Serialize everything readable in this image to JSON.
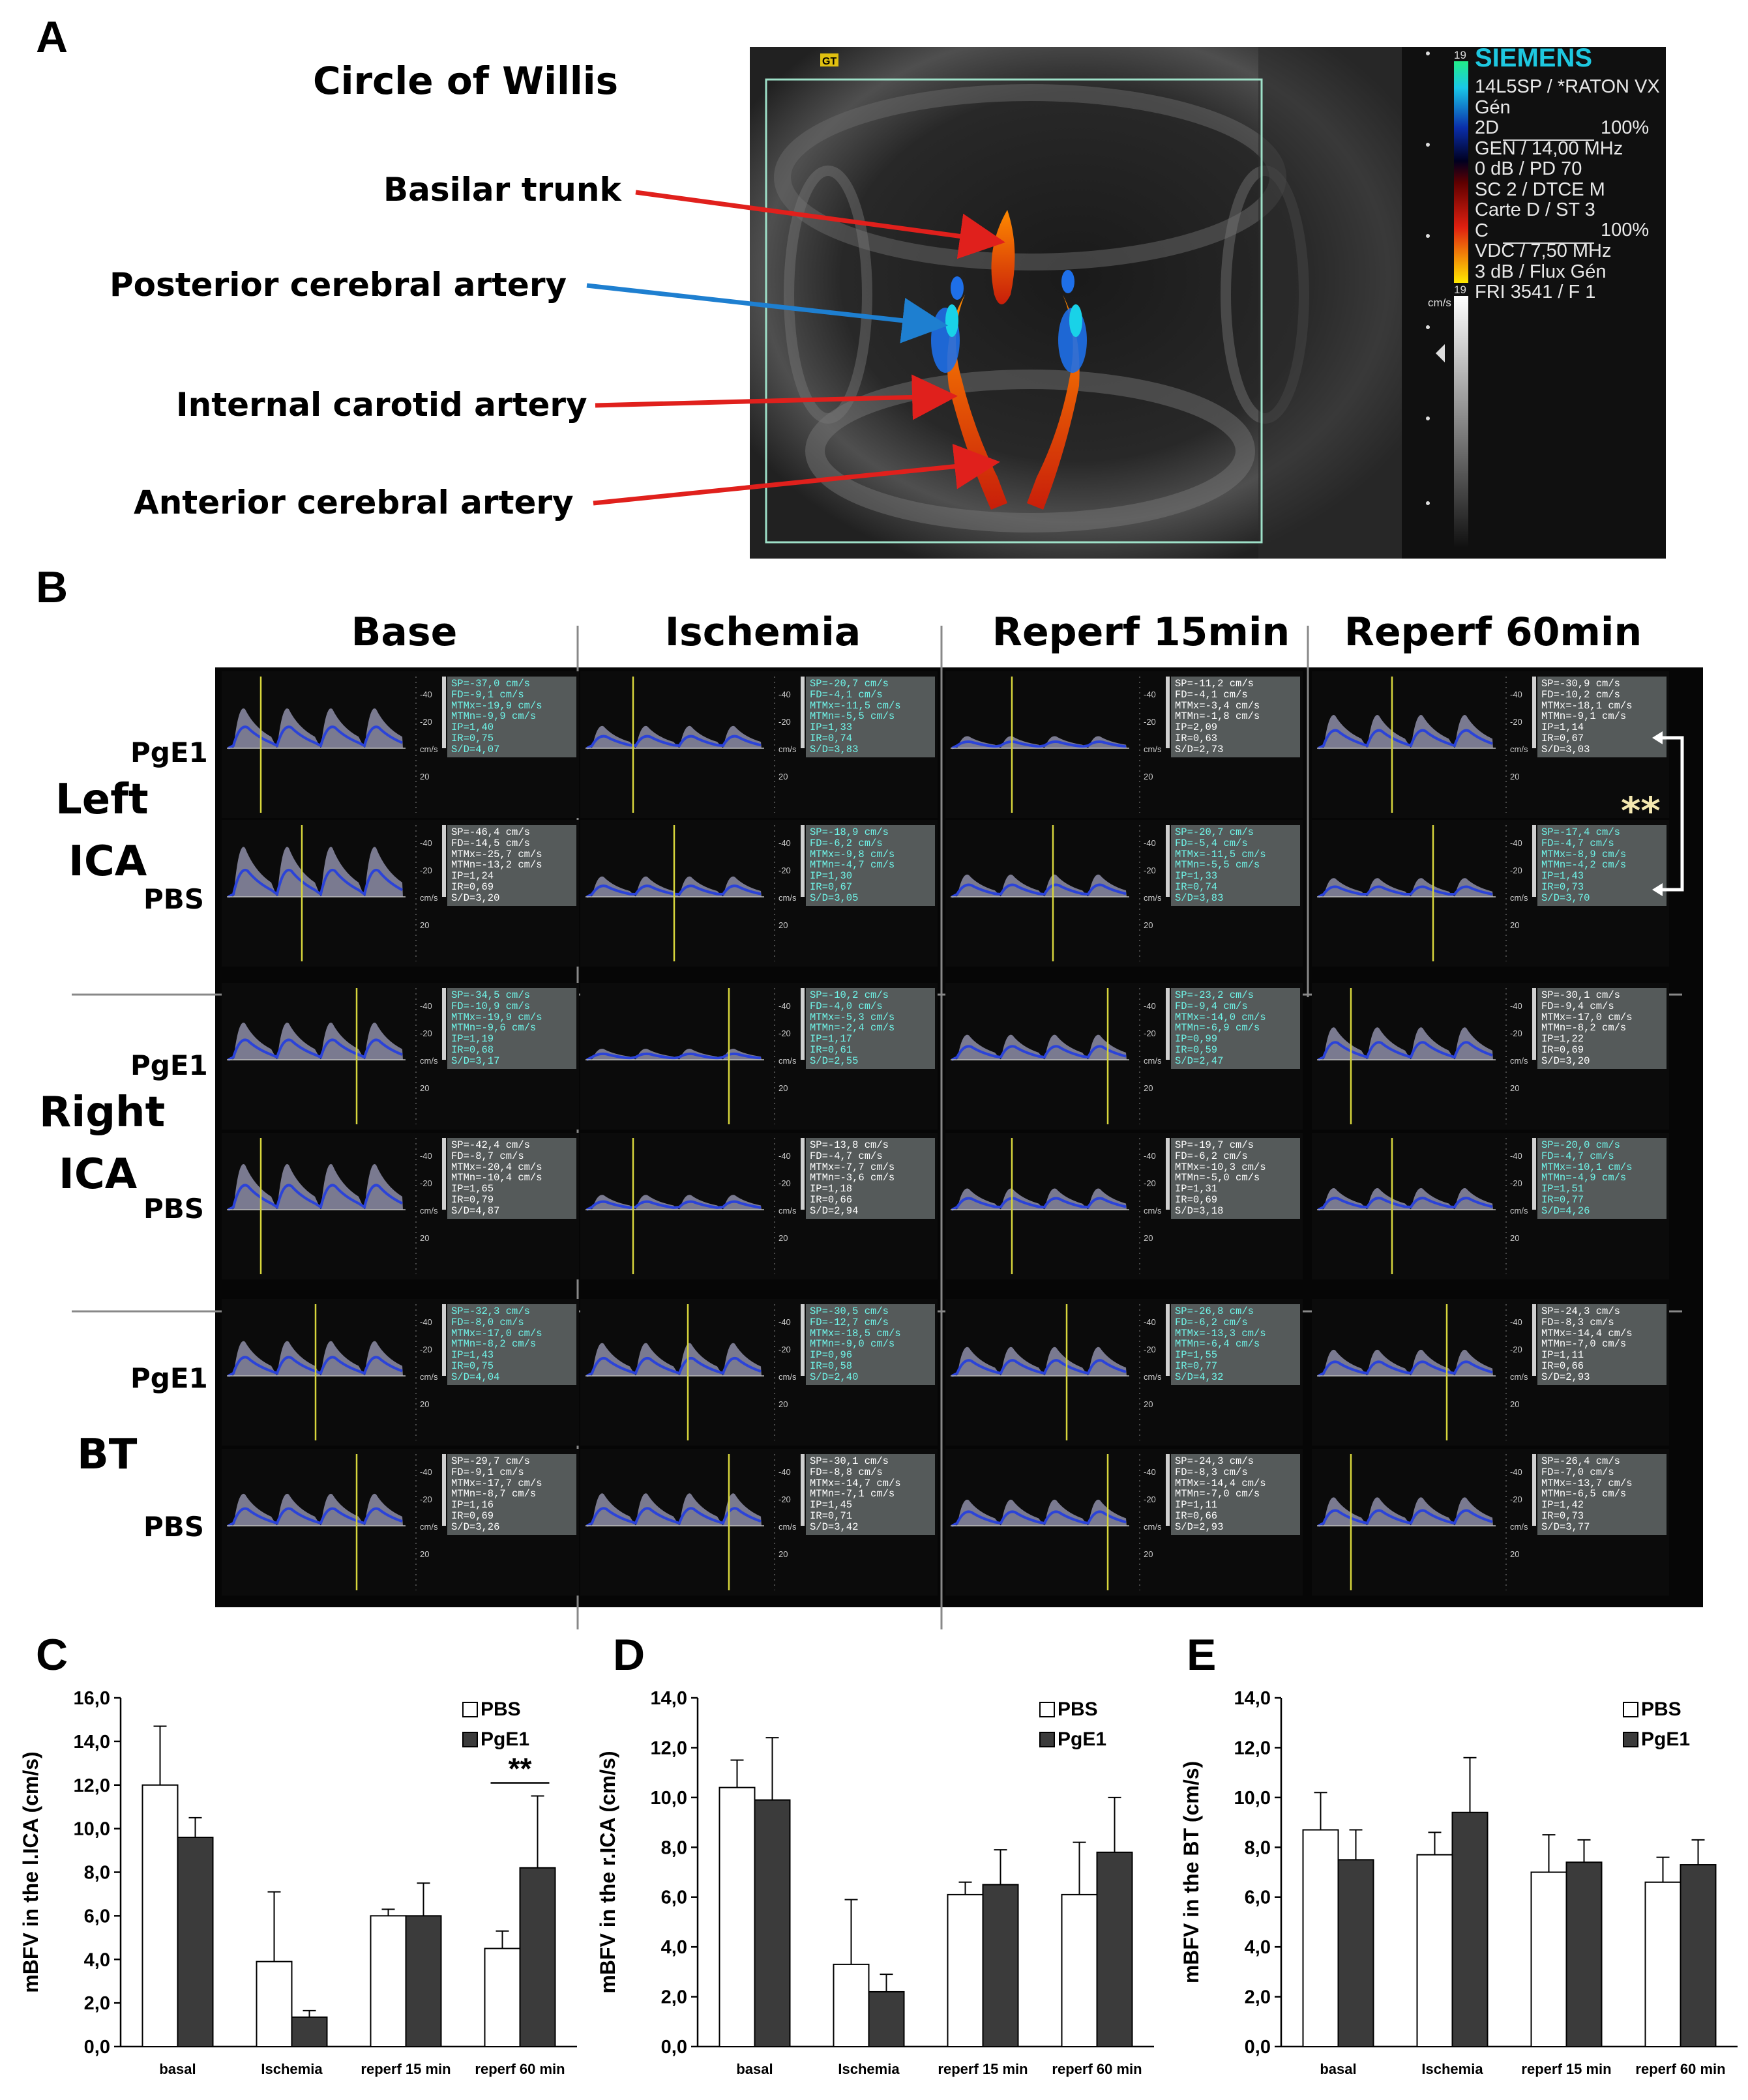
{
  "panel_labels": {
    "a": "A",
    "b": "B",
    "c": "C",
    "d": "D",
    "e": "E"
  },
  "panel_a": {
    "title": "Circle of Willis",
    "arteries": [
      {
        "label": "Basilar trunk",
        "arrow_color": "#e0201c"
      },
      {
        "label": "Posterior cerebral artery",
        "arrow_color": "#1e7fd0"
      },
      {
        "label": "Internal carotid artery",
        "arrow_color": "#e0201c"
      },
      {
        "label": "Anterior cerebral artery",
        "arrow_color": "#e0201c"
      }
    ],
    "scanner": {
      "brand": "SIEMENS",
      "lines": [
        "14L5SP / *RATON VX",
        "Gén",
        "2D",
        "GEN / 14,00 MHz",
        "0 dB / PD 70",
        "SC 2 / DTCE M",
        "Carte D / ST 3",
        "C",
        "VDC / 7,50 MHz",
        "3 dB / Flux Gén",
        "FRI 3541 / F 1"
      ],
      "pct_2d": "100%",
      "pct_c": "100%",
      "scale_top": "19",
      "scale_unit": "cm/s",
      "scale_bottom": "19",
      "marker": "GT"
    }
  },
  "panel_b": {
    "columns": [
      "Base",
      "Ischemia",
      "Reperf 15min",
      "Reperf 60min"
    ],
    "groups": [
      {
        "name_line1": "Left",
        "name_line2": "ICA",
        "rows": [
          {
            "label": "PgE1",
            "cells": [
              {
                "cyan": true,
                "vals": [
                  "SP=-37,0 cm/s",
                  "FD=-9,1 cm/s",
                  "MTMx=-19,9 cm/s",
                  "MTMn=-9,9 cm/s",
                  "IP=1,40",
                  "IR=0,75",
                  "S/D=4,07"
                ]
              },
              {
                "cyan": true,
                "vals": [
                  "SP=-20,7 cm/s",
                  "FD=-4,1 cm/s",
                  "MTMx=-11,5 cm/s",
                  "MTMn=-5,5 cm/s",
                  "IP=1,33",
                  "IR=0,74",
                  "S/D=3,83"
                ]
              },
              {
                "cyan": false,
                "vals": [
                  "SP=-11,2 cm/s",
                  "FD=-4,1 cm/s",
                  "MTMx=-3,4 cm/s",
                  "MTMn=-1,8 cm/s",
                  "IP=2,09",
                  "IR=0,63",
                  "S/D=2,73"
                ]
              },
              {
                "cyan": false,
                "vals": [
                  "SP=-30,9 cm/s",
                  "FD=-10,2 cm/s",
                  "MTMx=-18,1 cm/s",
                  "MTMn=-9,1 cm/s",
                  "IP=1,14",
                  "IR=0,67",
                  "S/D=3,03"
                ]
              }
            ]
          },
          {
            "label": "PBS",
            "cells": [
              {
                "cyan": false,
                "vals": [
                  "SP=-46,4 cm/s",
                  "FD=-14,5 cm/s",
                  "MTMx=-25,7 cm/s",
                  "MTMn=-13,2 cm/s",
                  "IP=1,24",
                  "IR=0,69",
                  "S/D=3,20"
                ]
              },
              {
                "cyan": true,
                "vals": [
                  "SP=-18,9 cm/s",
                  "FD=-6,2 cm/s",
                  "MTMx=-9,8 cm/s",
                  "MTMn=-4,7 cm/s",
                  "IP=1,30",
                  "IR=0,67",
                  "S/D=3,05"
                ]
              },
              {
                "cyan": true,
                "vals": [
                  "SP=-20,7 cm/s",
                  "FD=-5,4 cm/s",
                  "MTMx=-11,5 cm/s",
                  "MTMn=-5,5 cm/s",
                  "IP=1,33",
                  "IR=0,74",
                  "S/D=3,83"
                ]
              },
              {
                "cyan": true,
                "vals": [
                  "SP=-17,4 cm/s",
                  "FD=-4,7 cm/s",
                  "MTMx=-8,9 cm/s",
                  "MTMn=-4,2 cm/s",
                  "IP=1,43",
                  "IR=0,73",
                  "S/D=3,70"
                ]
              }
            ]
          }
        ]
      },
      {
        "name_line1": "Right",
        "name_line2": "ICA",
        "rows": [
          {
            "label": "PgE1",
            "cells": [
              {
                "cyan": true,
                "vals": [
                  "SP=-34,5 cm/s",
                  "FD=-10,9 cm/s",
                  "MTMx=-19,9 cm/s",
                  "MTMn=-9,6 cm/s",
                  "IP=1,19",
                  "IR=0,68",
                  "S/D=3,17"
                ]
              },
              {
                "cyan": true,
                "vals": [
                  "SP=-10,2 cm/s",
                  "FD=-4,0 cm/s",
                  "MTMx=-5,3 cm/s",
                  "MTMn=-2,4 cm/s",
                  "IP=1,17",
                  "IR=0,61",
                  "S/D=2,55"
                ]
              },
              {
                "cyan": true,
                "vals": [
                  "SP=-23,2 cm/s",
                  "FD=-9,4 cm/s",
                  "MTMx=-14,0 cm/s",
                  "MTMn=-6,9 cm/s",
                  "IP=0,99",
                  "IR=0,59",
                  "S/D=2,47"
                ]
              },
              {
                "cyan": false,
                "vals": [
                  "SP=-30,1 cm/s",
                  "FD=-9,4 cm/s",
                  "MTMx=-17,0 cm/s",
                  "MTMn=-8,2 cm/s",
                  "IP=1,22",
                  "IR=0,69",
                  "S/D=3,20"
                ]
              }
            ]
          },
          {
            "label": "PBS",
            "cells": [
              {
                "cyan": false,
                "vals": [
                  "SP=-42,4 cm/s",
                  "FD=-8,7 cm/s",
                  "MTMx=-20,4 cm/s",
                  "MTMn=-10,4 cm/s",
                  "IP=1,65",
                  "IR=0,79",
                  "S/D=4,87"
                ]
              },
              {
                "cyan": false,
                "vals": [
                  "SP=-13,8 cm/s",
                  "FD=-4,7 cm/s",
                  "MTMx=-7,7 cm/s",
                  "MTMn=-3,6 cm/s",
                  "IP=1,18",
                  "IR=0,66",
                  "S/D=2,94"
                ]
              },
              {
                "cyan": false,
                "vals": [
                  "SP=-19,7 cm/s",
                  "FD=-6,2 cm/s",
                  "MTMx=-10,3 cm/s",
                  "MTMn=-5,0 cm/s",
                  "IP=1,31",
                  "IR=0,69",
                  "S/D=3,18"
                ]
              },
              {
                "cyan": true,
                "vals": [
                  "SP=-20,0 cm/s",
                  "FD=-4,7 cm/s",
                  "MTMx=-10,1 cm/s",
                  "MTMn=-4,9 cm/s",
                  "IP=1,51",
                  "IR=0,77",
                  "S/D=4,26"
                ]
              }
            ]
          }
        ]
      },
      {
        "name_line1": "BT",
        "name_line2": "",
        "rows": [
          {
            "label": "PgE1",
            "cells": [
              {
                "cyan": true,
                "vals": [
                  "SP=-32,3 cm/s",
                  "FD=-8,0 cm/s",
                  "MTMx=-17,0 cm/s",
                  "MTMn=-8,2 cm/s",
                  "IP=1,43",
                  "IR=0,75",
                  "S/D=4,04"
                ]
              },
              {
                "cyan": true,
                "vals": [
                  "SP=-30,5 cm/s",
                  "FD=-12,7 cm/s",
                  "MTMx=-18,5 cm/s",
                  "MTMn=-9,0 cm/s",
                  "IP=0,96",
                  "IR=0,58",
                  "S/D=2,40"
                ]
              },
              {
                "cyan": true,
                "vals": [
                  "SP=-26,8 cm/s",
                  "FD=-6,2 cm/s",
                  "MTMx=-13,3 cm/s",
                  "MTMn=-6,4 cm/s",
                  "IP=1,55",
                  "IR=0,77",
                  "S/D=4,32"
                ]
              },
              {
                "cyan": false,
                "vals": [
                  "SP=-24,3 cm/s",
                  "FD=-8,3 cm/s",
                  "MTMx=-14,4 cm/s",
                  "MTMn=-7,0 cm/s",
                  "IP=1,11",
                  "IR=0,66",
                  "S/D=2,93"
                ]
              }
            ]
          },
          {
            "label": "PBS",
            "cells": [
              {
                "cyan": false,
                "vals": [
                  "SP=-29,7 cm/s",
                  "FD=-9,1 cm/s",
                  "MTMx=-17,7 cm/s",
                  "MTMn=-8,7 cm/s",
                  "IP=1,16",
                  "IR=0,69",
                  "S/D=3,26"
                ]
              },
              {
                "cyan": false,
                "vals": [
                  "SP=-30,1 cm/s",
                  "FD=-8,8 cm/s",
                  "MTMx=-14,7 cm/s",
                  "MTMn=-7,1 cm/s",
                  "IP=1,45",
                  "IR=0,71",
                  "S/D=3,42"
                ]
              },
              {
                "cyan": false,
                "vals": [
                  "SP=-24,3 cm/s",
                  "FD=-8,3 cm/s",
                  "MTMx=-14,4 cm/s",
                  "MTMn=-7,0 cm/s",
                  "IP=1,11",
                  "IR=0,66",
                  "S/D=2,93"
                ]
              },
              {
                "cyan": false,
                "vals": [
                  "SP=-26,4 cm/s",
                  "FD=-7,0 cm/s",
                  "MTMx=-13,7 cm/s",
                  "MTMn=-6,5 cm/s",
                  "IP=1,42",
                  "IR=0,73",
                  "S/D=3,77"
                ]
              }
            ]
          }
        ]
      }
    ],
    "axis_ticks": [
      "-40",
      "-20",
      "cm/s",
      "20"
    ],
    "significance": "**"
  },
  "colors": {
    "pbs": "#ffffff",
    "pge1": "#3b3b3b",
    "arrow_red": "#e0201c",
    "arrow_blue": "#1e7fd0",
    "cyan_text": "#6ff4e8",
    "siemens": "#1ec8e0"
  },
  "chart_data": [
    {
      "type": "bar",
      "ylabel": "mBFV in the l.ICA (cm/s)",
      "categories": [
        "basal",
        "Ischemia",
        "reperf 15 min",
        "reperf 60 min"
      ],
      "series": [
        {
          "name": "PBS",
          "values": [
            12.0,
            3.9,
            6.0,
            4.5
          ],
          "errors": [
            2.7,
            3.2,
            0.3,
            0.8
          ]
        },
        {
          "name": "PgE1",
          "values": [
            9.6,
            1.35,
            6.0,
            8.2
          ],
          "errors": [
            0.9,
            0.3,
            1.5,
            3.3
          ]
        }
      ],
      "ylim": [
        0,
        16
      ],
      "yticks": [
        "0,0",
        "2,0",
        "4,0",
        "6,0",
        "8,0",
        "10,0",
        "12,0",
        "14,0",
        "16,0"
      ],
      "annotation": "**",
      "legend_position": "top-right"
    },
    {
      "type": "bar",
      "ylabel": "mBFV in the r.ICA (cm/s)",
      "categories": [
        "basal",
        "Ischemia",
        "reperf 15 min",
        "reperf 60 min"
      ],
      "series": [
        {
          "name": "PBS",
          "values": [
            10.4,
            3.3,
            6.1,
            6.1
          ],
          "errors": [
            1.1,
            2.6,
            0.5,
            2.1
          ]
        },
        {
          "name": "PgE1",
          "values": [
            9.9,
            2.2,
            6.5,
            7.8
          ],
          "errors": [
            2.5,
            0.7,
            1.4,
            2.2
          ]
        }
      ],
      "ylim": [
        0,
        14
      ],
      "yticks": [
        "0,0",
        "2,0",
        "4,0",
        "6,0",
        "8,0",
        "10,0",
        "12,0",
        "14,0"
      ],
      "legend_position": "top-right"
    },
    {
      "type": "bar",
      "ylabel": "mBFV in the BT (cm/s)",
      "categories": [
        "basal",
        "Ischemia",
        "reperf 15 min",
        "reperf 60 min"
      ],
      "series": [
        {
          "name": "PBS",
          "values": [
            8.7,
            7.7,
            7.0,
            6.6
          ],
          "errors": [
            1.5,
            0.9,
            1.5,
            1.0
          ]
        },
        {
          "name": "PgE1",
          "values": [
            7.5,
            9.4,
            7.4,
            7.3
          ],
          "errors": [
            1.2,
            2.2,
            0.9,
            1.0
          ]
        }
      ],
      "ylim": [
        0,
        14
      ],
      "yticks": [
        "0,0",
        "2,0",
        "4,0",
        "6,0",
        "8,0",
        "10,0",
        "12,0",
        "14,0"
      ],
      "legend_position": "top-right"
    }
  ]
}
